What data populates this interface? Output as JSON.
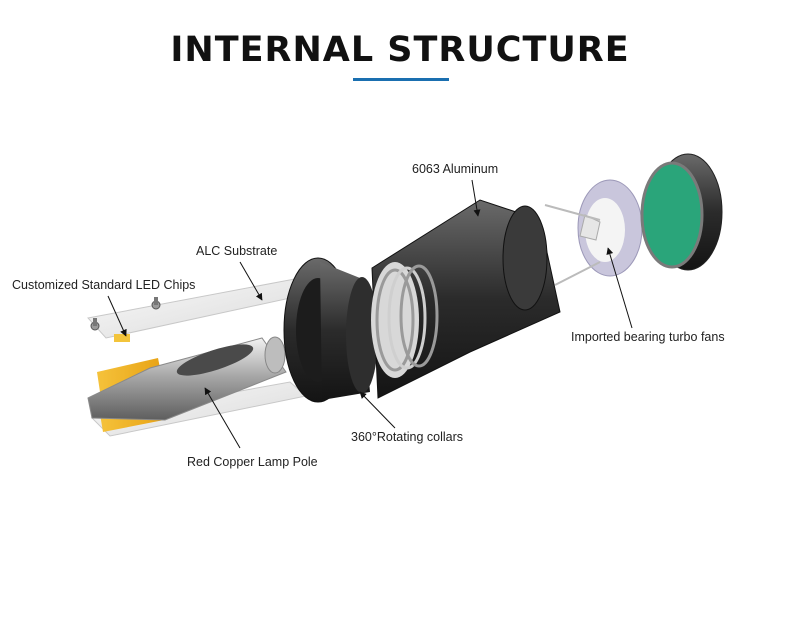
{
  "title": "INTERNAL STRUCTURE",
  "accent_color": "#1a6fb0",
  "labels": {
    "aluminum": "6063 Aluminum",
    "alc_substrate": "ALC Substrate",
    "led_chips": "Customized Standard LED Chips",
    "turbo_fans": "Imported bearing turbo fans",
    "rotating_collars": "360°Rotating collars",
    "copper_pole": "Red Copper Lamp Pole"
  }
}
